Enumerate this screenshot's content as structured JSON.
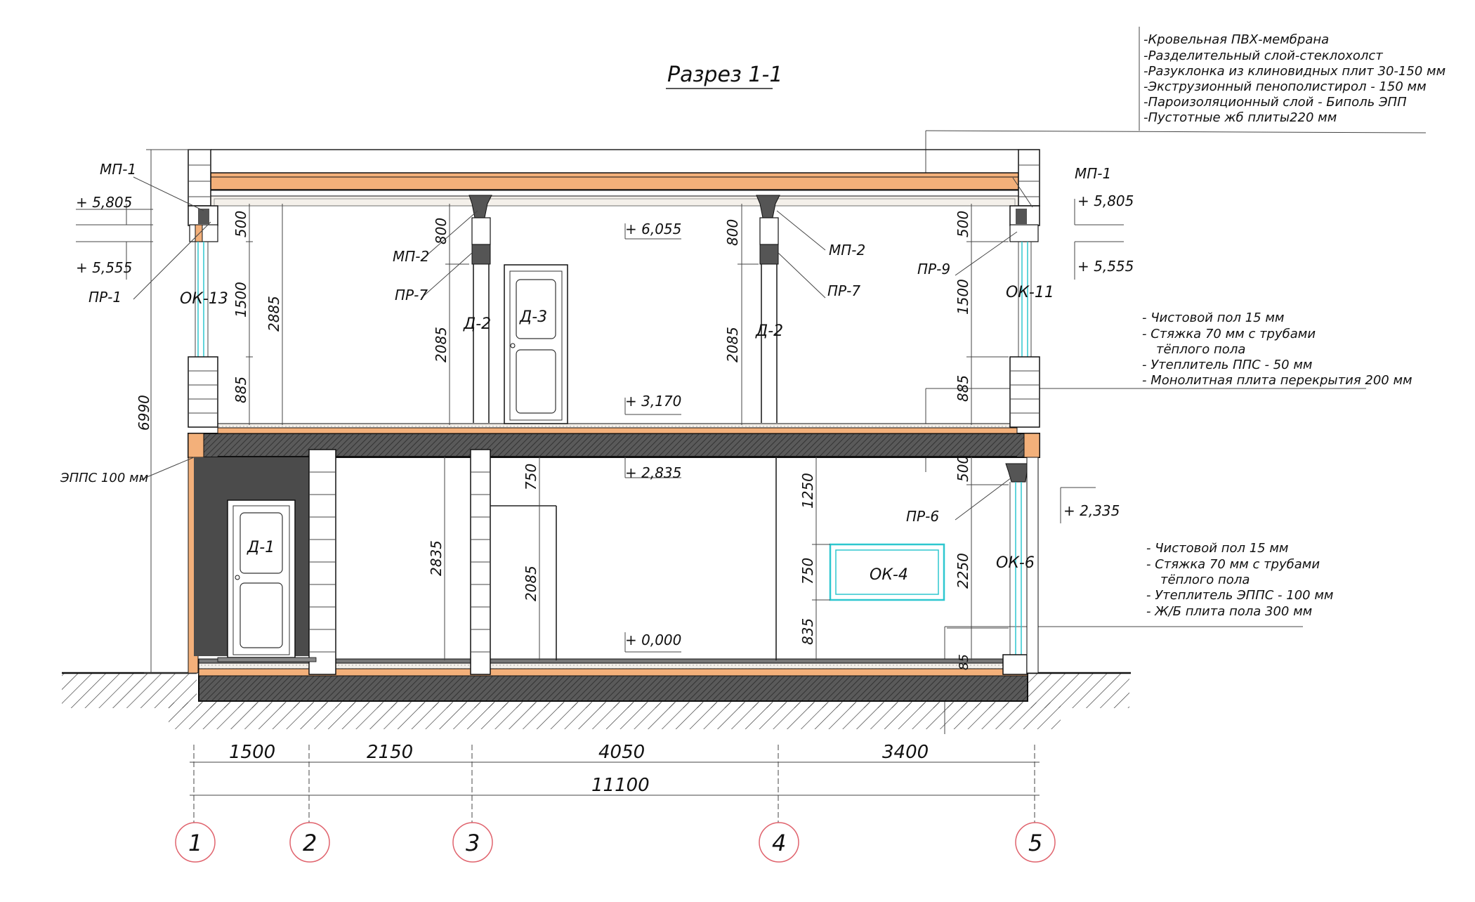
{
  "title": "Разрез 1-1",
  "colors": {
    "insulation": "#f3b07a",
    "slab": "#4a4a4a",
    "brick_fill": "#ffffff",
    "window": "#2ec7cf",
    "dark_wall": "#4b4b4b"
  },
  "roof_layers": [
    "-Кровельная ПВХ-мембрана",
    "-Разделительный слой-стеклохолст",
    "-Разуклонка из клиновидных плит 30-150 мм",
    "-Экструзионный пенополистирол - 150 мм",
    "-Пароизоляционный слой - Биполь ЭПП",
    "-Пустотные  жб плиты220 мм"
  ],
  "floor2_layers": [
    "- Чистовой пол 15 мм",
    "- Стяжка  70 мм с трубами",
    "тёплого пола",
    "- Утеплитель ППС - 50 мм",
    "- Монолитная плита   перекрытия 200 мм"
  ],
  "floor1_layers": [
    "- Чистовой пол 15 мм",
    "- Стяжка  70 мм с трубами",
    "тёплого пола",
    "- Утеплитель ЭППС - 100 мм",
    "- Ж/Б плита пола 300 мм"
  ],
  "elements": {
    "mp1_left": "МП-1",
    "mp1_right": "МП-1",
    "mp2_left": "МП-2",
    "mp2_right": "МП-2",
    "pr1": "ПР-1",
    "pr7_left": "ПР-7",
    "pr7_right": "ПР-7",
    "pr9": "ПР-9",
    "pr6": "ПР-6",
    "ok13": "ОК-13",
    "ok11": "ОК-11",
    "ok4": "ОК-4",
    "ok6": "ОК-6",
    "d1": "Д-1",
    "d2_left": "Д-2",
    "d2_right": "Д-2",
    "d3": "Д-3",
    "epps": "ЭППС 100 мм"
  },
  "levels": {
    "l5805_left": "+ 5,805",
    "l5555_left": "+ 5,555",
    "l5805_right": "+ 5,805",
    "l5555_right": "+ 5,555",
    "l6055": "+ 6,055",
    "l3170": "+ 3,170",
    "l2835": "+ 2,835",
    "l2335": "+ 2,335",
    "l0000": "+ 0,000"
  },
  "dims": {
    "total_height": "6990",
    "left_500": "500",
    "left_1500": "1500",
    "left_885": "885",
    "left_2885": "2885",
    "d2_800_left": "800",
    "d2_2085_left": "2085",
    "d2_800_right": "800",
    "d2_2085_right": "2085",
    "right_500": "500",
    "right_1500": "1500",
    "right_885": "885",
    "g_2835": "2835",
    "g_750": "750",
    "g_2085": "2085",
    "g_1250": "1250",
    "g_750b": "750",
    "g_835": "835",
    "g_500": "500",
    "g_2250": "2250",
    "g_85": "85"
  },
  "spans": [
    "1500",
    "2150",
    "4050",
    "3400"
  ],
  "span_total": "11100",
  "axes": [
    "1",
    "2",
    "3",
    "4",
    "5"
  ]
}
